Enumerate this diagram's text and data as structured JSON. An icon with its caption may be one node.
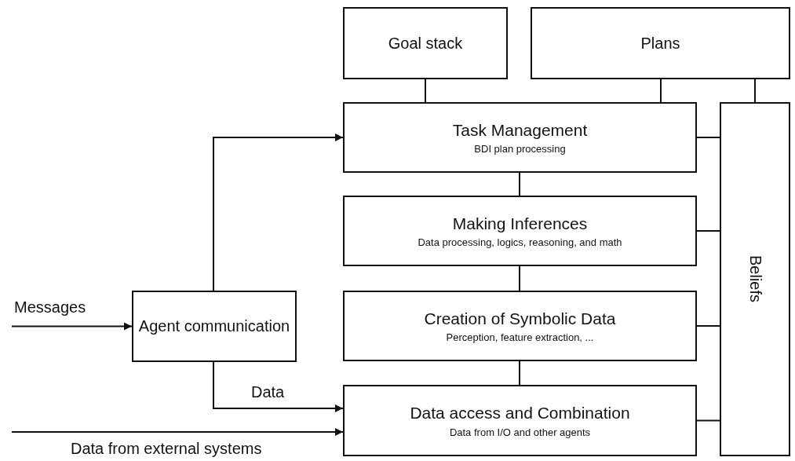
{
  "diagram": {
    "nodes": [
      {
        "text": [
          "Goal stack"
        ]
      },
      {
        "text": [
          "Plans"
        ]
      },
      {
        "text": [
          "Task Management",
          "BDI plan processing"
        ]
      },
      {
        "text": [
          "Making Inferences",
          "Data processing, logics, reasoning, and math"
        ]
      },
      {
        "text": [
          "Creation of Symbolic Data",
          "Perception, feature extraction, ..."
        ]
      },
      {
        "text": [
          "Data access and Combination",
          "Data from I/O and other agents"
        ]
      },
      {
        "text": [
          "Beliefs"
        ]
      },
      {
        "text": [
          "Agent communication"
        ]
      }
    ],
    "edges": [
      {
        "from": 0,
        "to": 2,
        "arrow": "none"
      },
      {
        "from": 1,
        "to": 2,
        "arrow": "none"
      },
      {
        "from": 1,
        "to": 6,
        "arrow": "none"
      },
      {
        "from": 2,
        "to": 3,
        "arrow": "none"
      },
      {
        "from": 3,
        "to": 4,
        "arrow": "none"
      },
      {
        "from": 4,
        "to": 5,
        "arrow": "none"
      },
      {
        "from": 2,
        "to": 6,
        "arrow": "none"
      },
      {
        "from": 3,
        "to": 6,
        "arrow": "none"
      },
      {
        "from": 4,
        "to": 6,
        "arrow": "none"
      },
      {
        "from": 5,
        "to": 6,
        "arrow": "none"
      },
      {
        "from": 7,
        "to": 2,
        "arrow": "to"
      },
      {
        "from": null,
        "to": 7,
        "arrow": "to",
        "label": "Messages"
      },
      {
        "from": 7,
        "to": 5,
        "arrow": "to",
        "label": "Data"
      },
      {
        "from": null,
        "to": 5,
        "arrow": "to",
        "label": "Data from external systems"
      }
    ]
  }
}
